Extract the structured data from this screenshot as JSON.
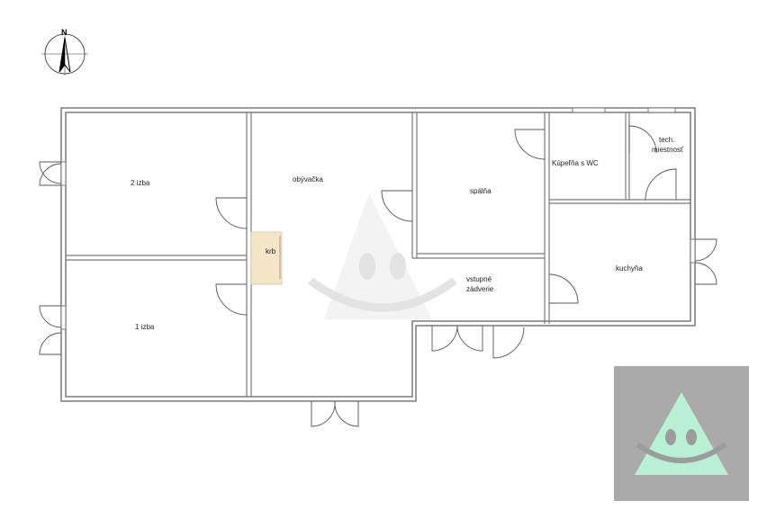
{
  "compass": {
    "north_label": "N"
  },
  "rooms": {
    "izba2": "2 izba",
    "izba1": "1 izba",
    "obyvacka": "obývačka",
    "krb": "krb",
    "spalna": "spálňa",
    "kupelna": "Kúpeľňa s WC",
    "tech_line1": "tech.",
    "tech_line2": "miestnosť",
    "kuchyna": "kuchyňa",
    "zadverie_line1": "vstupné",
    "zadverie_line2": "zádverie"
  },
  "colors": {
    "wall": "#7a7a7a",
    "fireplace": "#f5e6c8",
    "logo_bg": "#aaaaaa",
    "logo_triangle": "#b8f0d4",
    "watermark": "#e6e6e6"
  }
}
